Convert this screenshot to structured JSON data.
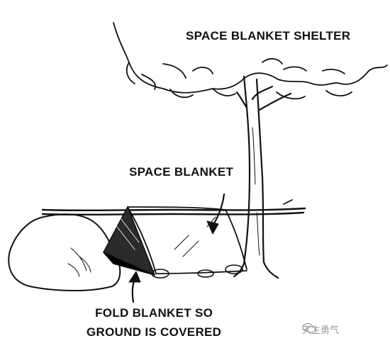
{
  "labels": {
    "title": "SPACE BLANKET SHELTER",
    "space_blanket": "SPACE BLANKET",
    "fold_line1": "FOLD BLANKET SO",
    "fold_line2": "GROUND IS COVERED"
  },
  "watermark": {
    "text": "天生勇气",
    "icon": "wechat-icon"
  },
  "colors": {
    "ink": "#111111",
    "paper": "#ffffff",
    "watermark": "#9a9a9a"
  }
}
